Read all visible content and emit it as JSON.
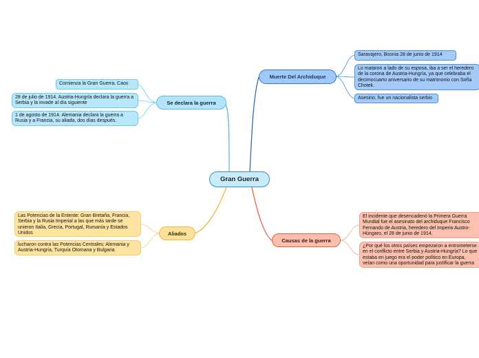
{
  "center": {
    "label": "Gran Guerra"
  },
  "branches": {
    "declara": {
      "label": "Se declara la guerra",
      "items": [
        "Comienza la Gran Guerra, Caos",
        "28 de julio de 1914. Austria-Hungría declara la guerra a Serbia y la invade al día siguiente",
        "1 de agosto de 1914. Alemania declara la guerra a Rusia y a Francia, su aliada, dos días después."
      ]
    },
    "muerte": {
      "label": "Muerte Del Archiduque",
      "items": [
        "Saravajero, Bosnia 28 de junio de 1914",
        "Lo mataron a lado de su esposa, iba a ser el heredero de la corona de Austria-Hungría, ya que celebraba el decimocuarto aniversario de su matrimonio con Sofía Chotek.",
        "Asesino, fue un nacionalista serbio"
      ]
    },
    "aliados": {
      "label": "Aliados",
      "items": [
        "Las Potencias de la Entente: Gran Bretaña, Francia, Serbia y la Rusia Imperial a las que más tarde se unieron Italia, Grecia, Portugal, Rumanía y Estados Unidos",
        "lucharon contra las Potencias Centrales: Alemania y Austria-Hungría, Turquía Otomana y Bulgaria"
      ]
    },
    "causas": {
      "label": "Causas de la guerra",
      "items": [
        "El incidente que desencadenó la Primera Guerra Mundial fue el asesinato del archiduque Francisco Fernando de Austria, heredero del Imperio Austro-Húngaro, el 28 de junio de 1914.",
        "¿Por qué los otros países empezaron a entrometerse en el conflicto entre Serbia y Austria-Hungría? Lo que estaba en juego era el poder político en Europa, veían como una oportunidad para justificar la guerra"
      ]
    }
  },
  "colors": {
    "declara": "#4bb3d8",
    "muerte": "#1f5fa8",
    "aliados": "#f2b32a",
    "causas": "#e2552f"
  }
}
